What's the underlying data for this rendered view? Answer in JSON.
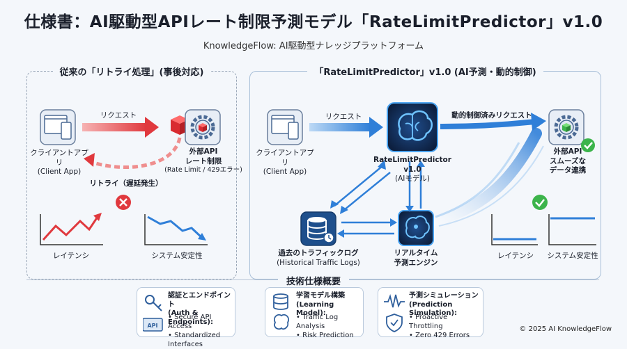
{
  "header": {
    "title": "仕様書：AI駆動型APIレート制限予測モデル「RateLimitPredictor」v1.0",
    "subtitle": "KnowledgeFlow: AI駆動型ナレッジプラットフォーム"
  },
  "left_panel": {
    "heading": "従来の「リトライ処理」(事後対応)",
    "client_label": "クライアントアプリ",
    "client_sub": "(Client App)",
    "request_label": "リクエスト",
    "external_label": "外部API",
    "external_label2": "レート制限",
    "external_sub": "(Rate Limit / 429エラー)",
    "retry_label": "リトライ（遅延発生）",
    "latency_label": "レイテンシ",
    "stability_label": "システム安定性"
  },
  "right_panel": {
    "heading": "「RateLimitPredictor」v1.0 (AI予測・動的制御)",
    "client_label": "クライアントアプリ",
    "client_sub": "(Client App)",
    "request_label": "リクエスト",
    "predictor_label": "RateLimitPredictor v1.0",
    "predictor_sub": "(AIモデル)",
    "controlled_label": "動的制御済みリクエスト",
    "external_label": "外部API",
    "external_label2": "スムーズな",
    "external_label3": "データ連携",
    "logs_label": "過去のトラフィックログ",
    "logs_sub": "(Historical Traffic Logs)",
    "engine_label": "リアルタイム",
    "engine_label2": "予測エンジン",
    "latency_label": "レイテンシ",
    "stability_label": "システム安定性"
  },
  "specs": {
    "heading": "技術仕様概要",
    "cards": [
      {
        "title": "認証とエンドポイント",
        "title_en": "(Auth & Endpoints):",
        "items": [
          "• Secure API Access",
          "• Standardized Interfaces"
        ],
        "icon": "key-icon",
        "icon2_text": "API"
      },
      {
        "title": "学習モデル構築",
        "title_en": "(Learning Model):",
        "items": [
          "• Traffic Log Analysis",
          "• Risk Prediction"
        ],
        "icon": "database-icon"
      },
      {
        "title": "予測シミュレーション",
        "title_en": "(Prediction Simulation):",
        "items": [
          "• Proactive Throttling",
          "• Zero 429 Errors"
        ],
        "icon": "waveform-icon"
      }
    ]
  },
  "footer": {
    "copyright": "© 2025 AI KnowledgeFlow"
  },
  "colors": {
    "red": "#e0393e",
    "blue": "#2f7fd8",
    "green": "#3cb44b",
    "navy": "#1e3b6a",
    "accent": "#4aa3f0"
  }
}
